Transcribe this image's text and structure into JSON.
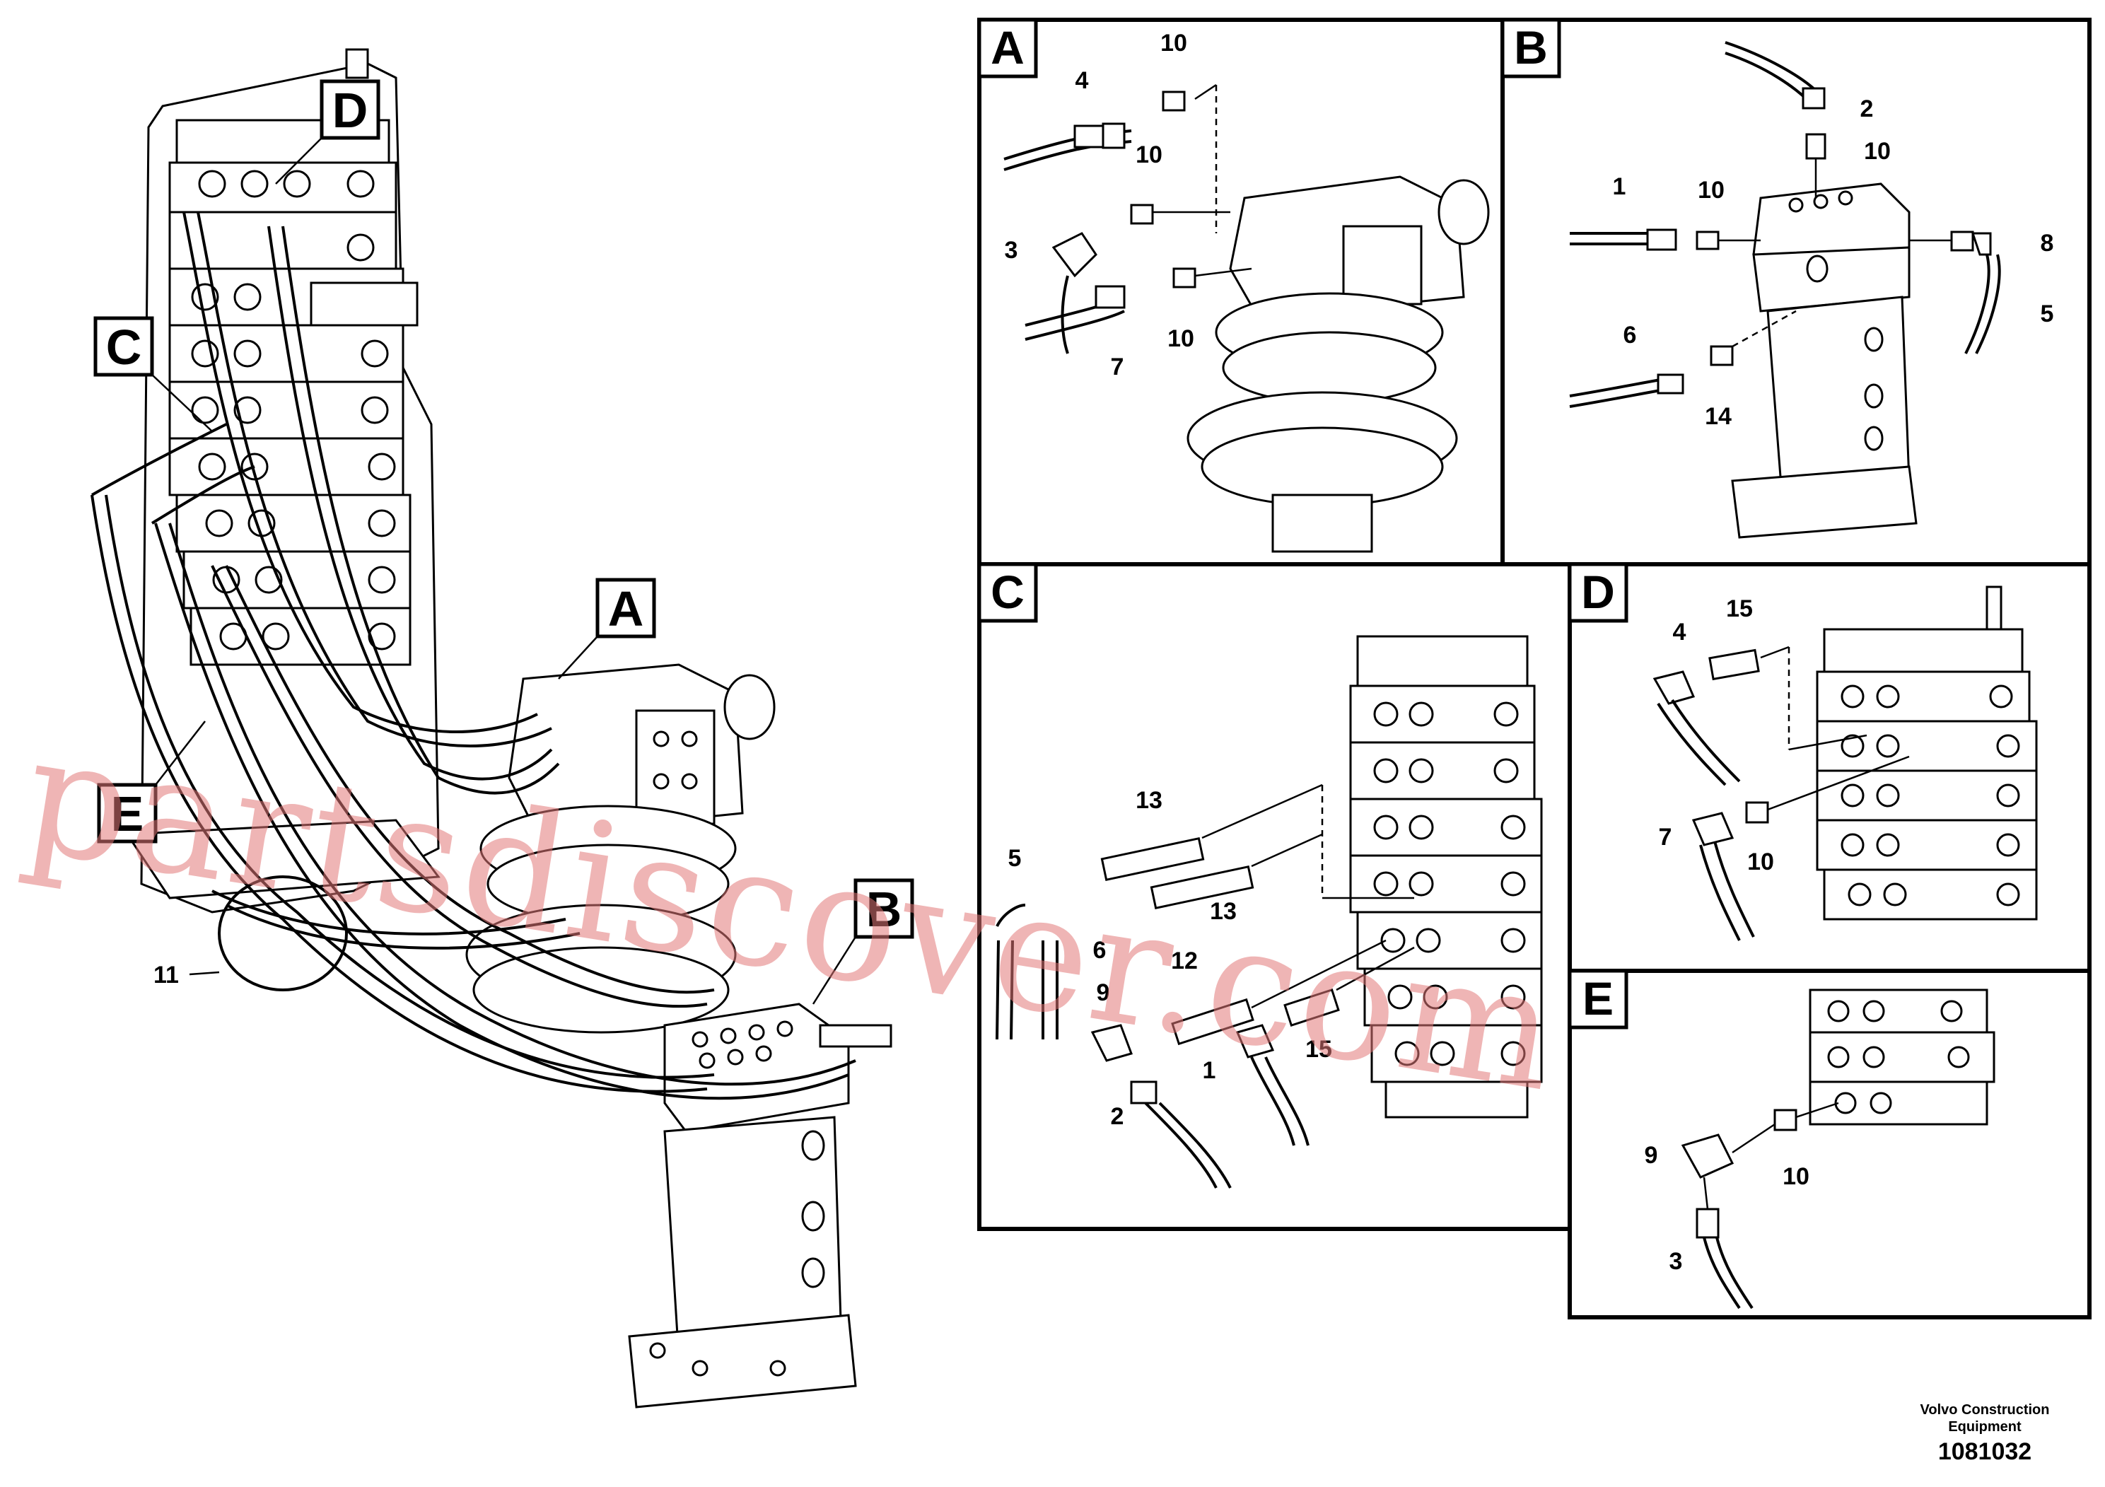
{
  "watermark": "partsdiscover.com",
  "footer": {
    "brand_line1": "Volvo Construction",
    "brand_line2": "Equipment",
    "doc_number": "1081032"
  },
  "main_view": {
    "callouts": [
      "A",
      "B",
      "C",
      "D",
      "E"
    ],
    "part_labels": [
      "11"
    ]
  },
  "panels": {
    "A": {
      "title": "A",
      "labels": [
        "10",
        "4",
        "10",
        "3",
        "10",
        "7"
      ]
    },
    "B": {
      "title": "B",
      "labels": [
        "2",
        "10",
        "1",
        "10",
        "8",
        "5",
        "6",
        "14"
      ]
    },
    "C": {
      "title": "C",
      "labels": [
        "13",
        "5",
        "13",
        "6",
        "12",
        "9",
        "15",
        "1",
        "2"
      ]
    },
    "D": {
      "title": "D",
      "labels": [
        "4",
        "15",
        "7",
        "10"
      ]
    },
    "E": {
      "title": "E",
      "labels": [
        "9",
        "10",
        "3"
      ]
    }
  }
}
